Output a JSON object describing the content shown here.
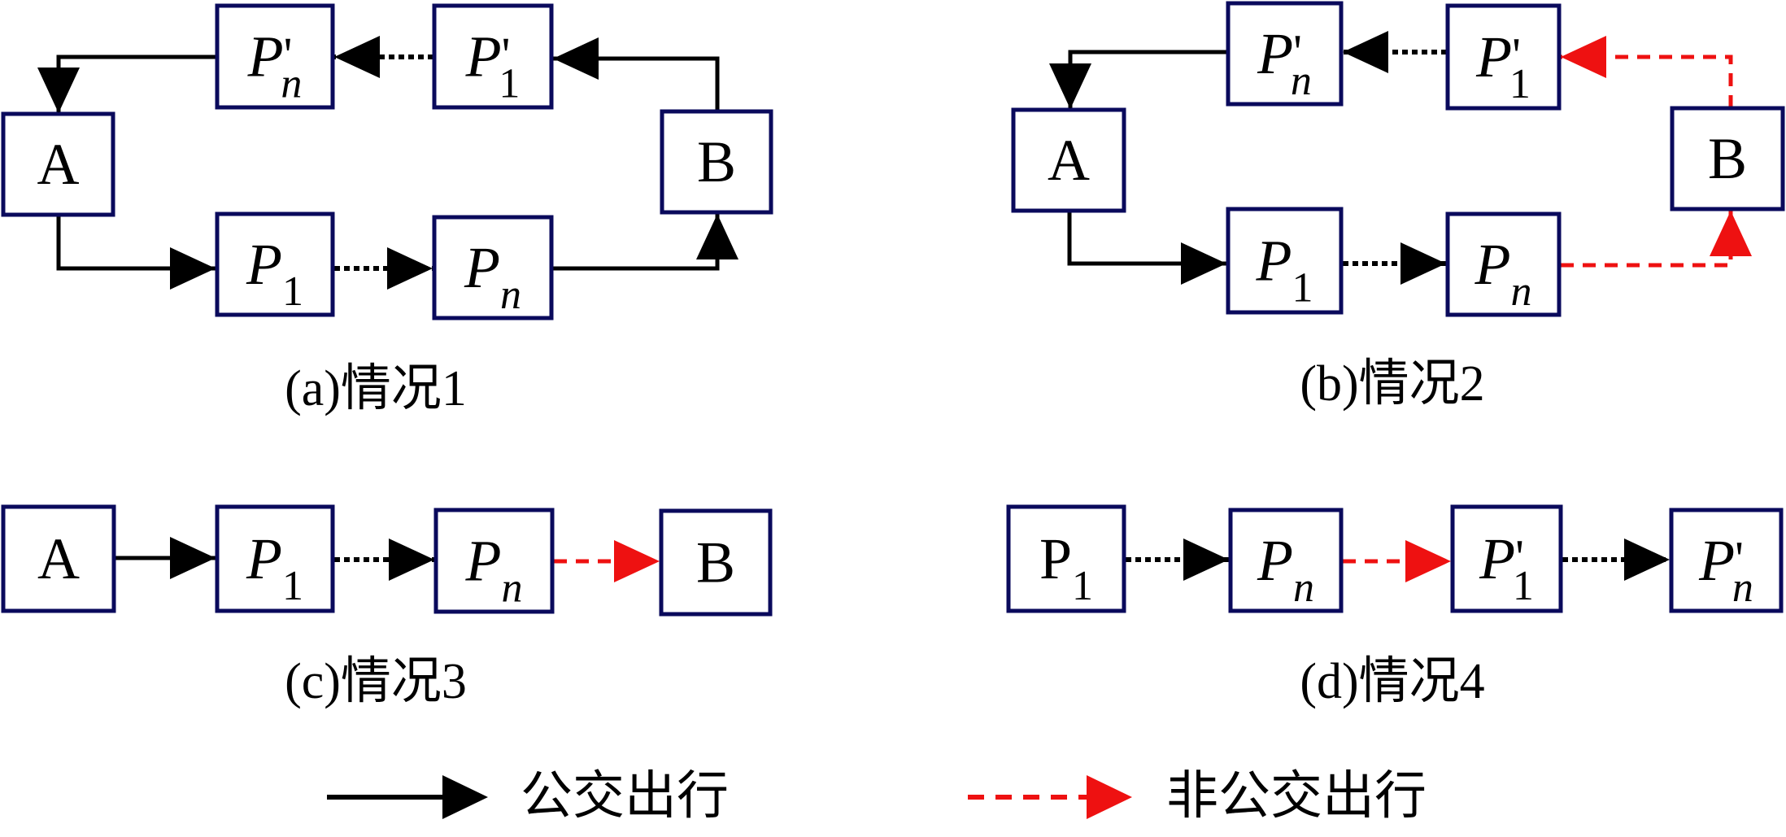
{
  "figure": {
    "panels": [
      {
        "id": "a",
        "caption": "(a)情况1",
        "nodes": [
          {
            "id": "A",
            "label": "A",
            "style": "upright"
          },
          {
            "id": "Pn_prime",
            "label": "P",
            "sub": "n",
            "prime": true,
            "style": "italic"
          },
          {
            "id": "P1_prime",
            "label": "P",
            "sub": "1",
            "prime": true,
            "style": "italic"
          },
          {
            "id": "B",
            "label": "B",
            "style": "upright"
          },
          {
            "id": "P1",
            "label": "P",
            "sub": "1",
            "prime": false,
            "style": "italic"
          },
          {
            "id": "Pn",
            "label": "P",
            "sub": "n",
            "prime": false,
            "style": "italic"
          }
        ],
        "edges": [
          {
            "from": "A",
            "to": "P1",
            "type": "public"
          },
          {
            "from": "P1",
            "to": "Pn",
            "type": "continuation"
          },
          {
            "from": "Pn",
            "to": "B",
            "type": "public"
          },
          {
            "from": "B",
            "to": "P1_prime",
            "type": "public"
          },
          {
            "from": "P1_prime",
            "to": "Pn_prime",
            "type": "continuation"
          },
          {
            "from": "Pn_prime",
            "to": "A",
            "type": "public"
          }
        ]
      },
      {
        "id": "b",
        "caption": "(b)情况2",
        "nodes": [
          {
            "id": "A",
            "label": "A",
            "style": "upright"
          },
          {
            "id": "Pn_prime",
            "label": "P",
            "sub": "n",
            "prime": true,
            "style": "italic"
          },
          {
            "id": "P1_prime",
            "label": "P",
            "sub": "1",
            "prime": true,
            "style": "italic"
          },
          {
            "id": "B",
            "label": "B",
            "style": "upright"
          },
          {
            "id": "P1",
            "label": "P",
            "sub": "1",
            "prime": false,
            "style": "italic"
          },
          {
            "id": "Pn",
            "label": "P",
            "sub": "n",
            "prime": false,
            "style": "italic"
          }
        ],
        "edges": [
          {
            "from": "A",
            "to": "P1",
            "type": "public"
          },
          {
            "from": "P1",
            "to": "Pn",
            "type": "continuation"
          },
          {
            "from": "Pn",
            "to": "B",
            "type": "non_public"
          },
          {
            "from": "B",
            "to": "P1_prime",
            "type": "non_public"
          },
          {
            "from": "P1_prime",
            "to": "Pn_prime",
            "type": "continuation"
          },
          {
            "from": "Pn_prime",
            "to": "A",
            "type": "public"
          }
        ]
      },
      {
        "id": "c",
        "caption": "(c)情况3",
        "nodes": [
          {
            "id": "A",
            "label": "A",
            "style": "upright"
          },
          {
            "id": "P1",
            "label": "P",
            "sub": "1",
            "prime": false,
            "style": "italic"
          },
          {
            "id": "Pn",
            "label": "P",
            "sub": "n",
            "prime": false,
            "style": "italic"
          },
          {
            "id": "B",
            "label": "B",
            "style": "upright"
          }
        ],
        "edges": [
          {
            "from": "A",
            "to": "P1",
            "type": "public"
          },
          {
            "from": "P1",
            "to": "Pn",
            "type": "continuation"
          },
          {
            "from": "Pn",
            "to": "B",
            "type": "non_public"
          }
        ]
      },
      {
        "id": "d",
        "caption": "(d)情况4",
        "nodes": [
          {
            "id": "P1",
            "label": "P",
            "sub": "1",
            "prime": false,
            "style": "upright"
          },
          {
            "id": "Pn",
            "label": "P",
            "sub": "n",
            "prime": false,
            "style": "italic"
          },
          {
            "id": "P1_prime",
            "label": "P",
            "sub": "1",
            "prime": true,
            "style": "italic"
          },
          {
            "id": "Pn_prime",
            "label": "P",
            "sub": "n",
            "prime": true,
            "style": "italic"
          }
        ],
        "edges": [
          {
            "from": "P1",
            "to": "Pn",
            "type": "continuation"
          },
          {
            "from": "Pn",
            "to": "P1_prime",
            "type": "non_public"
          },
          {
            "from": "P1_prime",
            "to": "Pn_prime",
            "type": "continuation"
          }
        ]
      }
    ],
    "legend": [
      {
        "type": "public",
        "label": "公交出行",
        "color": "#000000",
        "line": "solid"
      },
      {
        "type": "non_public",
        "label": "非公交出行",
        "color": "#ee1111",
        "line": "dashed"
      }
    ],
    "colors": {
      "box_border": "#0a0a5c",
      "public": "#000000",
      "non_public": "#ee1111"
    }
  }
}
